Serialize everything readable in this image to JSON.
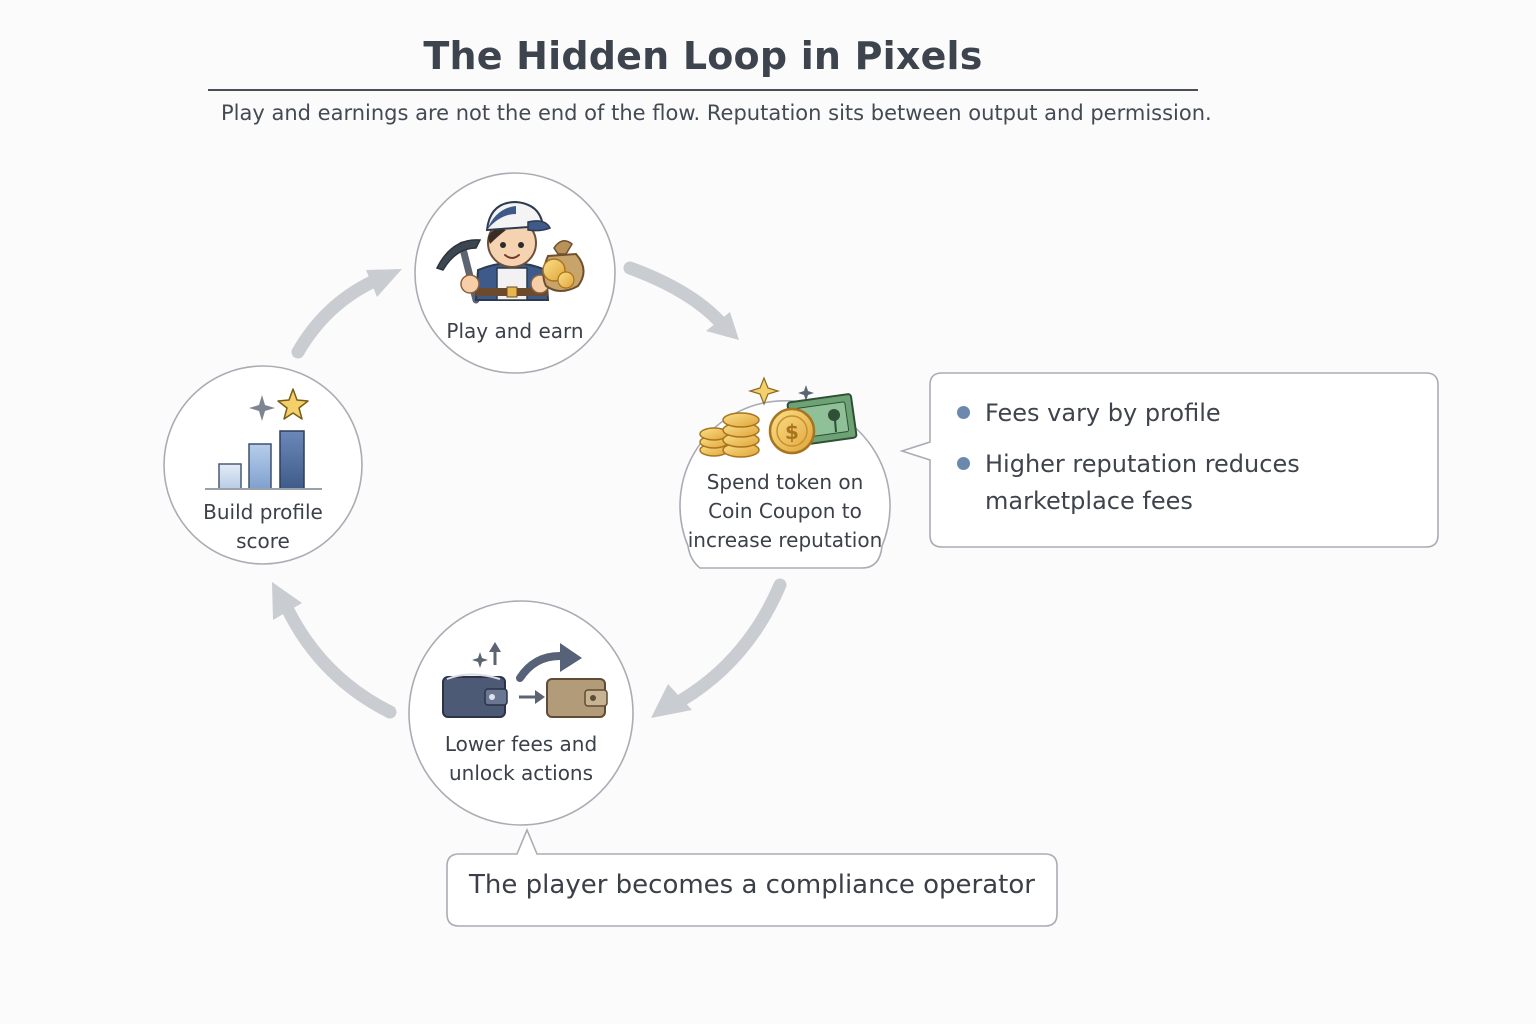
{
  "header": {
    "title": "The Hidden Loop in Pixels",
    "subtitle": "Play and earnings are not the end of the flow. Reputation sits between output and permission."
  },
  "nodes": [
    {
      "id": "play",
      "label": "Play and earn",
      "icon": "miner-character-icon"
    },
    {
      "id": "spend",
      "label": "Spend token on Coin Coupon to increase reputation",
      "label_lines": [
        "Spend token on",
        "Coin Coupon to",
        "increase reputation"
      ],
      "icon": "coins-and-banknote-icon"
    },
    {
      "id": "fees",
      "label": "Lower fees and unlock actions",
      "label_lines": [
        "Lower fees and",
        "unlock actions"
      ],
      "icon": "wallet-transfer-icon"
    },
    {
      "id": "profile",
      "label": "Build profile score",
      "label_lines": [
        "Build profile",
        "score"
      ],
      "icon": "bar-chart-star-icon"
    }
  ],
  "callouts": {
    "fees_bullets": [
      "Fees vary by profile",
      "Higher reputation reduces marketplace fees"
    ],
    "bottom": "The player becomes a compliance operator"
  },
  "colors": {
    "text": "#3b3f47",
    "border": "#a9adb3",
    "arrow": "#c9ccd1",
    "bullet": "#6b89ad",
    "accent_blue": "#5a78a8",
    "gold": "#f0c24a",
    "money_green": "#5e9a6a"
  }
}
